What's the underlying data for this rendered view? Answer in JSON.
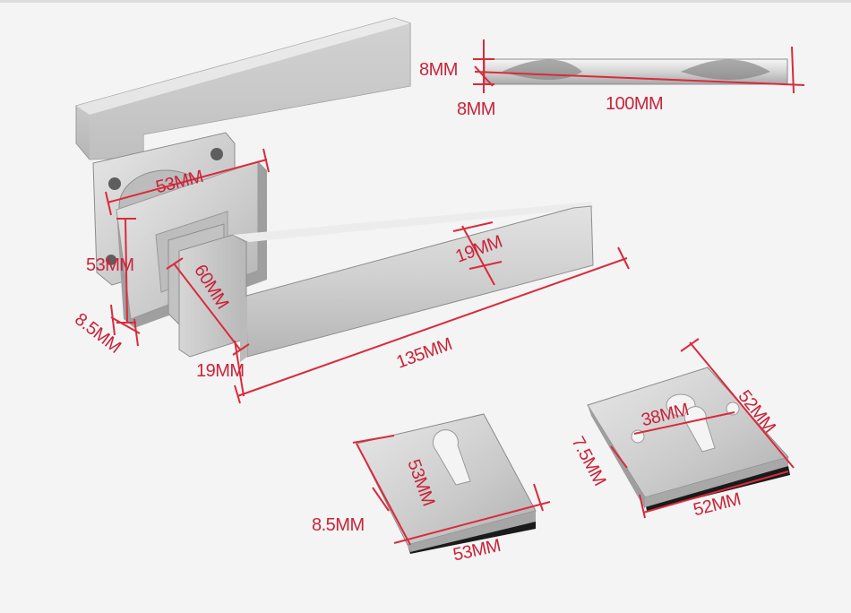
{
  "colors": {
    "background": "#f4f4f4",
    "dimension_line": "#d92b3c",
    "dimension_text": "#c8243a",
    "steel_light": "#dcdcdc",
    "steel_mid": "#bdbdbd",
    "steel_dark": "#8f8f8f",
    "gasket": "#1a1a1a"
  },
  "labels": {
    "rose_width": "53MM",
    "rose_height": "53MM",
    "rose_thickness": "8.5MM",
    "neck_length": "60MM",
    "lever_width_top": "19MM",
    "lever_width_side": "19MM",
    "lever_length": "135MM",
    "spindle_w": "8MM",
    "spindle_h": "8MM",
    "spindle_length": "100MM",
    "escutcheon_height": "53MM",
    "escutcheon_thickness": "8.5MM",
    "escutcheon_width": "53MM",
    "backplate_hole_spacing": "38MM",
    "backplate_thickness": "7.5MM",
    "backplate_height": "52MM",
    "backplate_width": "52MM"
  }
}
